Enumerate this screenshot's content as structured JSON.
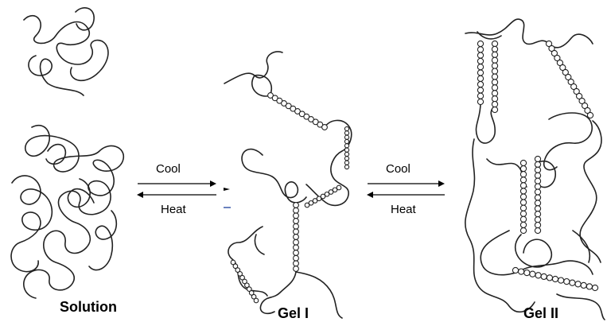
{
  "panels": {
    "solution": {
      "caption": "Solution"
    },
    "gel_one": {
      "caption": "Gel I"
    },
    "gel_two": {
      "caption": "Gel II"
    }
  },
  "transitions": [
    {
      "forward_label": "Cool",
      "reverse_label": "Heat"
    },
    {
      "forward_label": "Cool",
      "reverse_label": "Heat"
    }
  ]
}
